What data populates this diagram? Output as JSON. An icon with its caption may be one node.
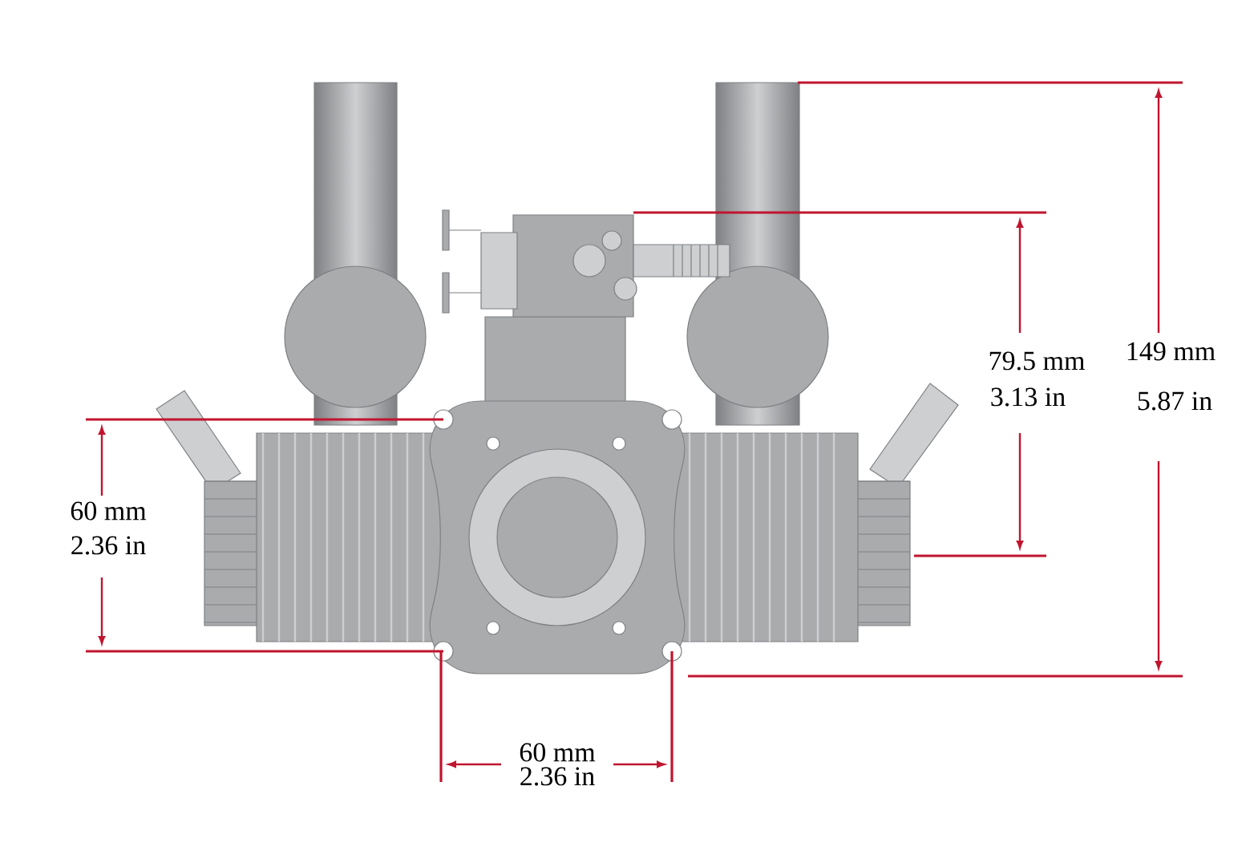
{
  "diagram": {
    "labels": [
      "79.5 mm",
      "3.13 in",
      "149 mm",
      "5.87 in",
      "60 mm",
      "2.36 in",
      "60 mm",
      "2.36 in"
    ]
  }
}
